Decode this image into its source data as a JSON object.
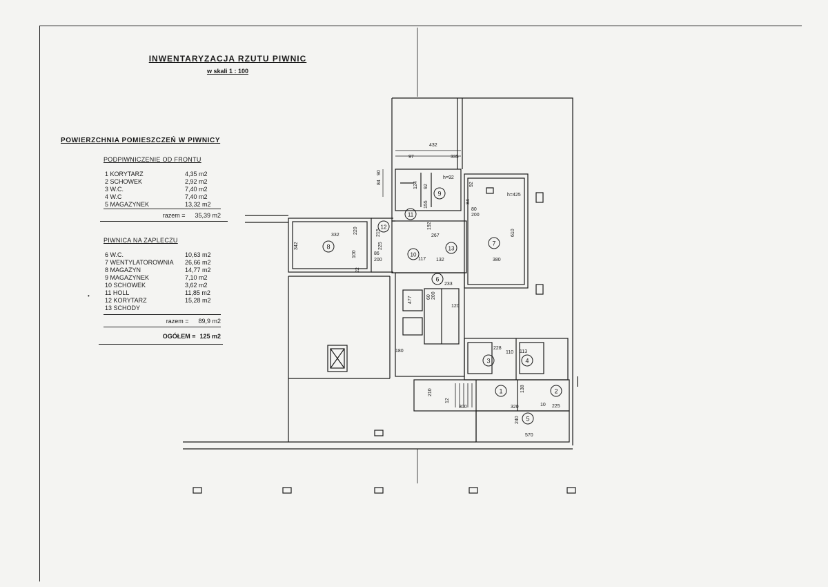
{
  "title": "INWENTARYZACJA  RZUTU  PIWNIC",
  "scale": "w skali  1 : 100",
  "legend": {
    "heading": "POWIERZCHNIA POMIESZCZEŃ  W  PIWNICY",
    "front": {
      "title": "PODPIWNICZENIE  OD  FRONTU",
      "rooms": [
        {
          "no": "1",
          "name": "KORYTARZ",
          "area": "4,35 m2"
        },
        {
          "no": "2",
          "name": "SCHOWEK",
          "area": "2,92 m2"
        },
        {
          "no": "3",
          "name": "W.C.",
          "area": "7,40 m2"
        },
        {
          "no": "4",
          "name": "W.C",
          "area": "7,40 m2"
        },
        {
          "no": "5",
          "name": "MAGAZYNEK",
          "area": "13,32 m2"
        }
      ],
      "sum_label": "razem =",
      "sum_value": "35,39 m2"
    },
    "back": {
      "title": "PIWNICA  NA  ZAPLECZU",
      "rooms": [
        {
          "no": "6",
          "name": "W.C.",
          "area": "10,63 m2"
        },
        {
          "no": "7",
          "name": "WENTYLATOROWNIA",
          "area": "26,66 m2"
        },
        {
          "no": "8",
          "name": "MAGAZYN",
          "area": "14,77 m2"
        },
        {
          "no": "9",
          "name": "MAGAZYNEK",
          "area": "7,10 m2"
        },
        {
          "no": "10",
          "name": "SCHOWEK",
          "area": "3,62 m2"
        },
        {
          "no": "11",
          "name": "HOLL",
          "area": "11,85 m2"
        },
        {
          "no": "12",
          "name": "KORYTARZ",
          "area": "15,28 m2"
        },
        {
          "no": "13",
          "name": "SCHODY",
          "area": ""
        }
      ],
      "sum_label": "razem =",
      "sum_value": "89,9 m2"
    },
    "total_label": "OGÓŁEM =",
    "total_value": "125 m2"
  },
  "plan": {
    "room_numbers": [
      "1",
      "2",
      "3",
      "4",
      "5",
      "6",
      "7",
      "8",
      "9",
      "10",
      "11",
      "12",
      "13"
    ],
    "dimensions": [
      "432",
      "97",
      "335",
      "84",
      "90",
      "124",
      "92",
      "h=92",
      "84",
      "92",
      "h=425",
      "80",
      "200",
      "332",
      "220",
      "342",
      "215",
      "267",
      "155",
      "192",
      "225",
      "86",
      "200",
      "117",
      "132",
      "610",
      "380",
      "22",
      "100",
      "233",
      "180",
      "477",
      "60",
      "200",
      "120",
      "110",
      "113",
      "228",
      "210",
      "300",
      "320",
      "225",
      "240",
      "570",
      "138",
      "10",
      "12"
    ]
  },
  "colors": {
    "ink": "#1a1a1a",
    "paper": "#f4f4f2"
  }
}
